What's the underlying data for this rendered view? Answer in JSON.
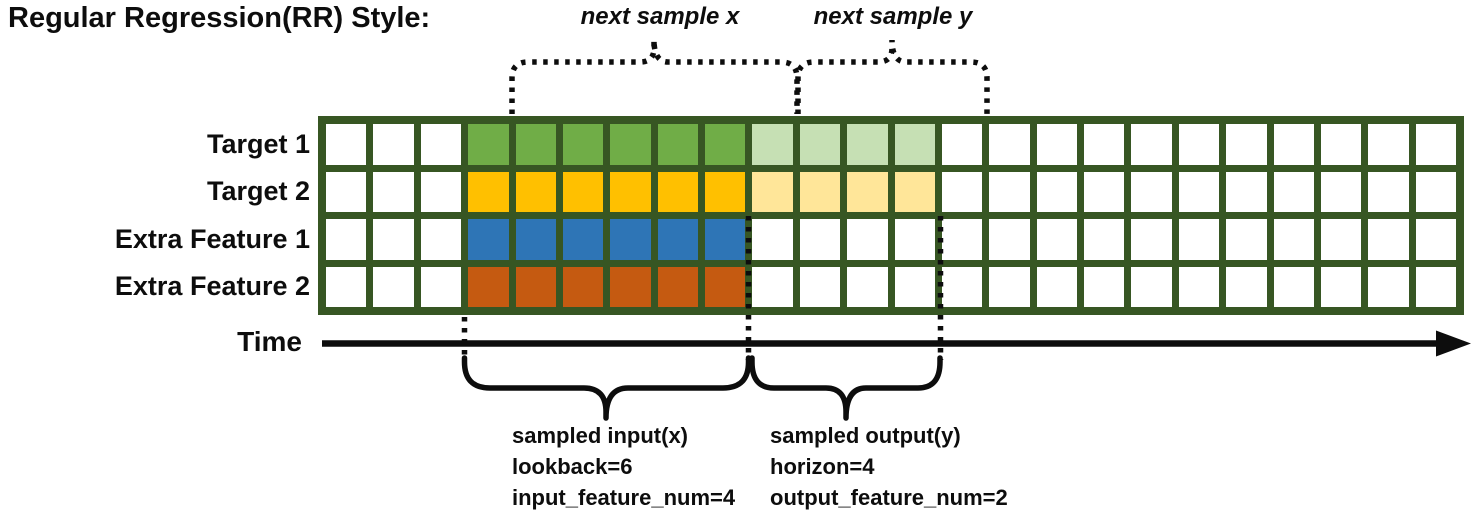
{
  "title": "Regular Regression(RR) Style:",
  "rows": [
    {
      "label": "Target 1",
      "color": "#70ad47",
      "light_color": "#c6e0b4",
      "has_output": true
    },
    {
      "label": "Target 2",
      "color": "#ffc000",
      "light_color": "#ffe699",
      "has_output": true
    },
    {
      "label": "Extra Feature 1",
      "color": "#2e75b6",
      "light_color": null,
      "has_output": false
    },
    {
      "label": "Extra Feature 2",
      "color": "#c55a11",
      "light_color": null,
      "has_output": false
    }
  ],
  "grid": {
    "columns": 24,
    "rows": 4,
    "border_color": "#375623",
    "cell_color": "#ffffff",
    "input_start_col": 3,
    "input_cols": 6,
    "output_cols": 4
  },
  "annotations": {
    "next_sample_x": "next sample x",
    "next_sample_y": "next sample y",
    "time_label": "Time",
    "input_block": [
      "sampled input(x)",
      "lookback=6",
      "input_feature_num=4"
    ],
    "output_block": [
      "sampled output(y)",
      "horizon=4",
      "output_feature_num=2"
    ]
  }
}
